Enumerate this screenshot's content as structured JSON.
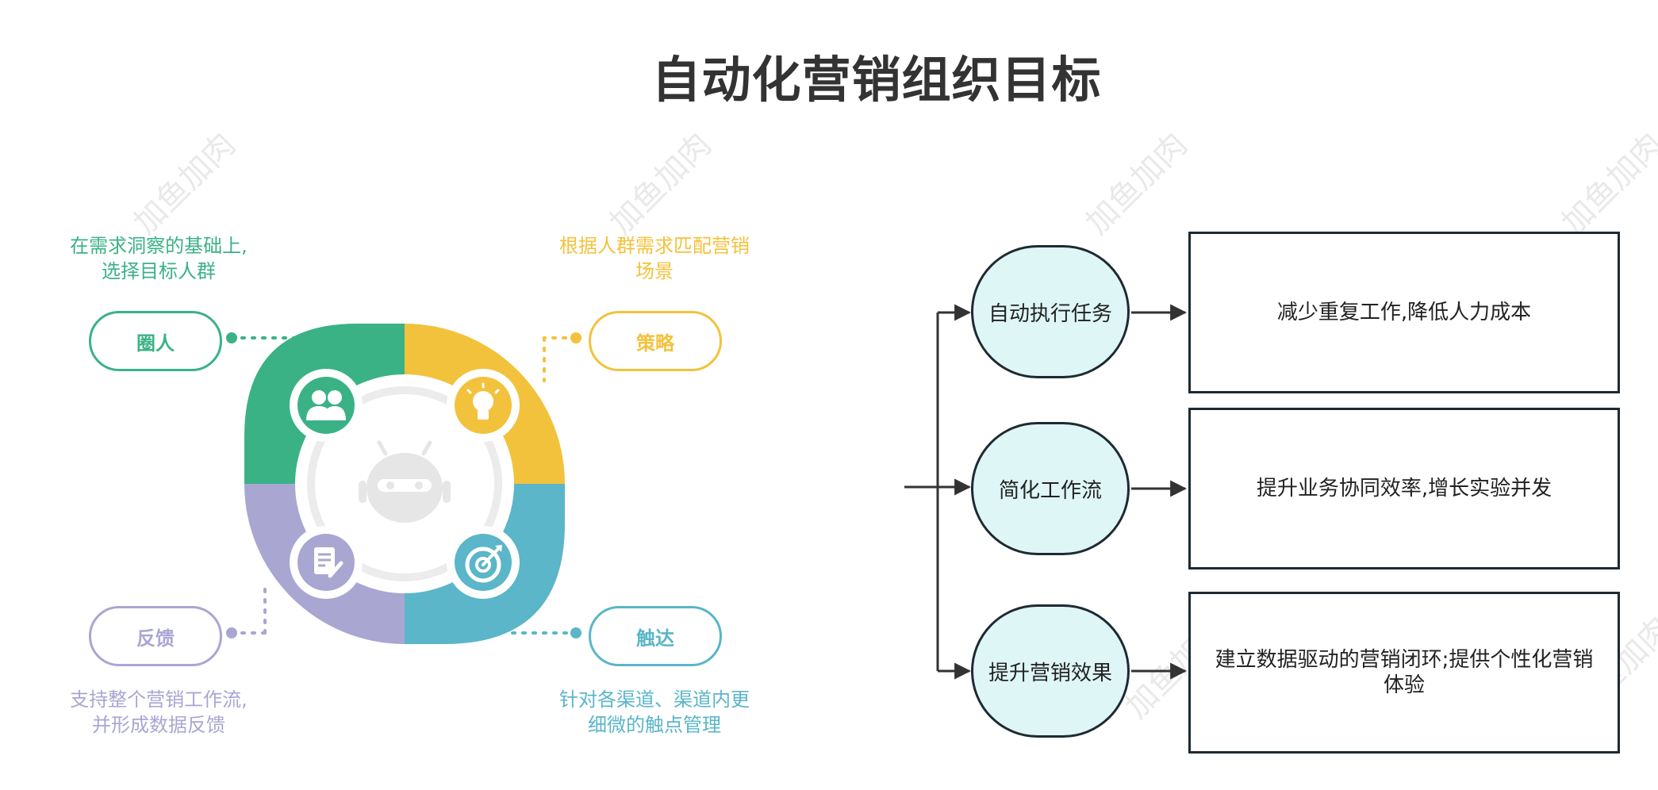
{
  "title": "自动化营销组织目标",
  "watermark": "加鱼加肉",
  "colors": {
    "green": "#3ab286",
    "yellow": "#f3c23c",
    "teal": "#5ab6c8",
    "purple": "#a9a6d2",
    "node_fill": "#dff6f6",
    "stroke": "#1e2a32"
  },
  "cycle": {
    "quan_ren": {
      "label": "圈人",
      "desc_line1": "在需求洞察的基础上,",
      "desc_line2": "选择目标人群",
      "icon": "users-icon"
    },
    "ce_lue": {
      "label": "策略",
      "desc_line1": "根据人群需求匹配营销",
      "desc_line2": "场景",
      "icon": "lightbulb-icon"
    },
    "chu_da": {
      "label": "触达",
      "desc_line1": "针对各渠道、渠道内更",
      "desc_line2": "细微的触点管理",
      "icon": "target-icon"
    },
    "fan_kui": {
      "label": "反馈",
      "desc_line1": "支持整个营销工作流,",
      "desc_line2": "并形成数据反馈",
      "icon": "document-edit-icon"
    },
    "center_icon": "robot-icon"
  },
  "flow": [
    {
      "node": "自动执行任务",
      "result": "减少重复工作,降低人力成本"
    },
    {
      "node": "简化工作流",
      "result": "提升业务协同效率,增长实验并发"
    },
    {
      "node": "提升营销效果",
      "result": "建立数据驱动的营销闭环;提供个性化营销体验"
    }
  ]
}
